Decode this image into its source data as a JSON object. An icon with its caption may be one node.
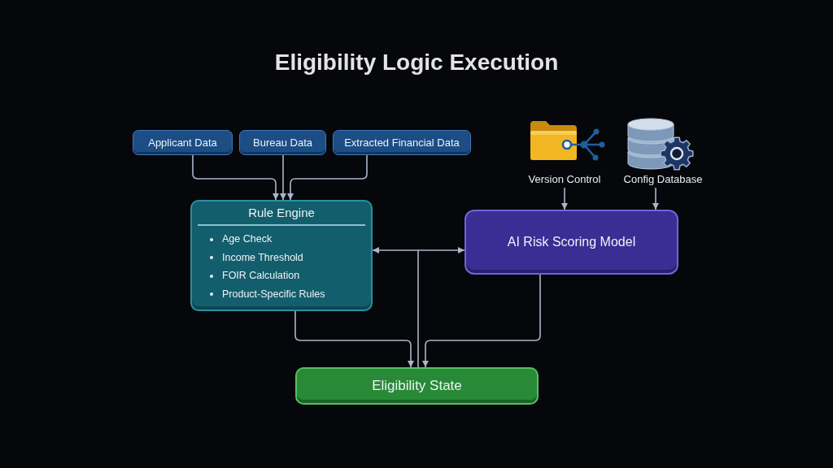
{
  "diagram": {
    "title": "Eligibility **Logic** Execution",
    "nodes": [
      {
        "text": [
          "Applicant Data"
        ]
      },
      {
        "text": [
          "Bureau Data"
        ]
      },
      {
        "text": [
          "Extracted Financial Data"
        ]
      },
      {
        "text": [
          "Version Control"
        ]
      },
      {
        "text": [
          "Config Database"
        ]
      },
      {
        "text": [
          "Rule Engine",
          "Age Check",
          "Income Threshold",
          "FOIR Calculation",
          "Product-Specific Rules"
        ]
      },
      {
        "text": [
          "AI Risk Scoring Model"
        ]
      },
      {
        "text": [
          "Eligibility State"
        ]
      }
    ],
    "edges": [
      {
        "from": 0,
        "to": 5,
        "arrow": "to"
      },
      {
        "from": 1,
        "to": 5,
        "arrow": "to"
      },
      {
        "from": 2,
        "to": 5,
        "arrow": "to"
      },
      {
        "from": 3,
        "to": 6,
        "arrow": "to"
      },
      {
        "from": 4,
        "to": 6,
        "arrow": "to"
      },
      {
        "from": 5,
        "to": 6,
        "arrow": "both"
      },
      {
        "from": 5,
        "to": 7,
        "arrow": "to"
      },
      {
        "from": 6,
        "to": 7,
        "arrow": "to"
      },
      {
        "from": null,
        "to": 7,
        "arrow": "none"
      }
    ]
  }
}
